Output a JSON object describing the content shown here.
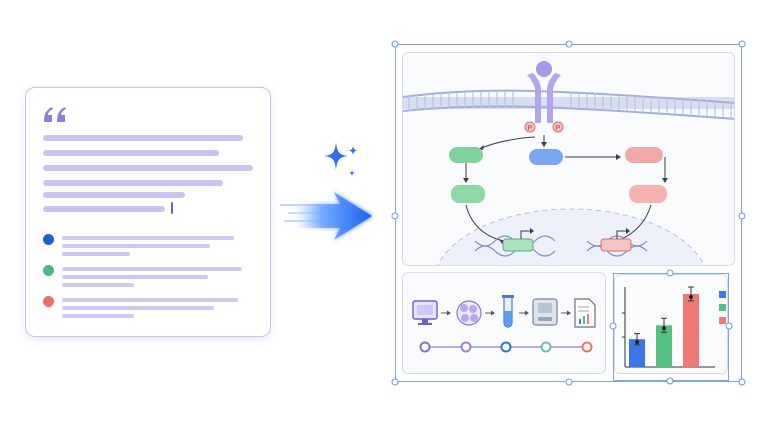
{
  "prompt_card": {
    "icon": "quote-icon",
    "bullets": [
      {
        "color": "#1f5fd6"
      },
      {
        "color": "#46b97f"
      },
      {
        "color": "#ef6f6a"
      }
    ]
  },
  "arrow": {
    "icon": "arrow-right-icon",
    "accent": "#1e6bf5",
    "sparkle_icon": "sparkle-icon"
  },
  "figure": {
    "pathway_panel": {
      "phospho_label": "P",
      "colors": {
        "receptor": "#a999e6",
        "membrane": "#b9c6e6",
        "green_node": "#7fd39a",
        "blue_node": "#7aa7f2",
        "red_node": "#f3a9a6",
        "nucleus": "#ebeef8"
      }
    },
    "workflow_panel": {
      "steps": [
        "monitor-icon",
        "cells-icon",
        "test-tube-icon",
        "instrument-icon",
        "report-icon"
      ],
      "node_colors": [
        "#8a6fd1",
        "#9b7fd6",
        "#2f6fe0",
        "#6cc49a",
        "#e8746c"
      ]
    },
    "bar_chart_panel": {
      "legend_colors": [
        "#3b78e7",
        "#55c07f",
        "#ef7a74"
      ]
    }
  },
  "chart_data": {
    "type": "bar",
    "categories": [
      "",
      "",
      ""
    ],
    "values": [
      0.4,
      0.6,
      1.05
    ],
    "errors": [
      0.08,
      0.1,
      0.1
    ],
    "colors": [
      "#3b78e7",
      "#55c07f",
      "#ef7a74"
    ],
    "title": "",
    "xlabel": "",
    "ylabel": "",
    "ylim": [
      0,
      1.15
    ],
    "grid": false,
    "legend_placement": "right"
  }
}
